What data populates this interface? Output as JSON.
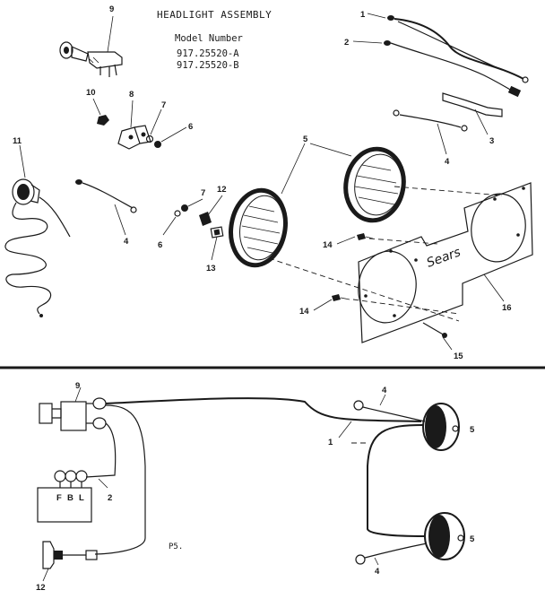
{
  "header": {
    "title": "HEADLIGHT ASSEMBLY",
    "model_label": "Model Number",
    "models": [
      "917.25520-A",
      "917.25520-B"
    ]
  },
  "brand": "Sears",
  "caption": "P5.",
  "callouts": {
    "c1": "1",
    "c2": "2",
    "c3": "3",
    "c4": "4",
    "c5": "5",
    "c6": "6",
    "c7": "7",
    "c8": "8",
    "c9": "9",
    "c10": "10",
    "c11": "11",
    "c12": "12",
    "c13": "13",
    "c14": "14",
    "c15": "15",
    "c16": "16"
  },
  "switch_terminals": [
    "F",
    "B",
    "L"
  ]
}
